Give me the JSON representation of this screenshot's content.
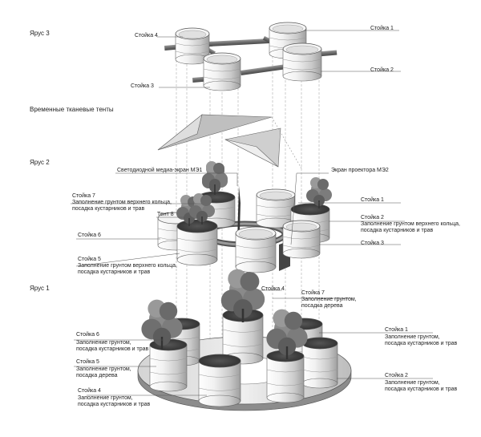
{
  "tiers": {
    "tier3": "Ярус 3",
    "tents": "Временные тканевые тенты",
    "tier2": "Ярус 2",
    "tier1": "Ярус 1"
  },
  "tier3_labels": {
    "c4": "Стойка 4",
    "c1": "Стойка 1",
    "c2": "Стойка 2",
    "c3": "Стойка 3"
  },
  "tier2_labels": {
    "screen1": "Светодиодной медиа-экран МЭ1",
    "screen2": "Экран проектора МЭ2",
    "c7_title": "Стойка 7",
    "c7_l1": "Заполнение грунтом верхнего кольца,",
    "c7_l2": "посадка кустарников и трав",
    "tent": "Тент 8",
    "c6": "Стойка 6",
    "c5_title": "Стойка 5",
    "c5_l1": "Заполнение грунтом верхнего кольца,",
    "c5_l2": "посадка кустарников и трав",
    "c1": "Стойка 1",
    "c2_title": "Стойка 2",
    "c2_l1": "Заполнение грунтом верхнего кольца,",
    "c2_l2": "посадка кустарников и трав",
    "c3": "Стойка 3"
  },
  "tier1_labels": {
    "c4_right": "Стойка 4",
    "c7_title": "Стойка 7",
    "c7_l1": "Заполнение грунтом,",
    "c7_l2": "посадка дерева",
    "c6_title": "Стойка 6",
    "c6_l1": "Заполнение грунтом,",
    "c6_l2": "посадка кустарников и трав",
    "c5_title": "Стойка 5",
    "c5_l1": "Заполнение грунтом,",
    "c5_l2": "посадка дерева",
    "c4_title": "Стойка 4",
    "c4_l1": "Заполнение грунтом,",
    "c4_l2": "посадка кустарников и трав",
    "c1_title": "Стойка 1",
    "c1_l1": "Заполнение грунтом,",
    "c1_l2": "посадка кустарников и трав",
    "c2_title": "Стойка 2",
    "c2_l1": "Заполнение грунтом,",
    "c2_l2": "посадка кустарников и трав"
  }
}
